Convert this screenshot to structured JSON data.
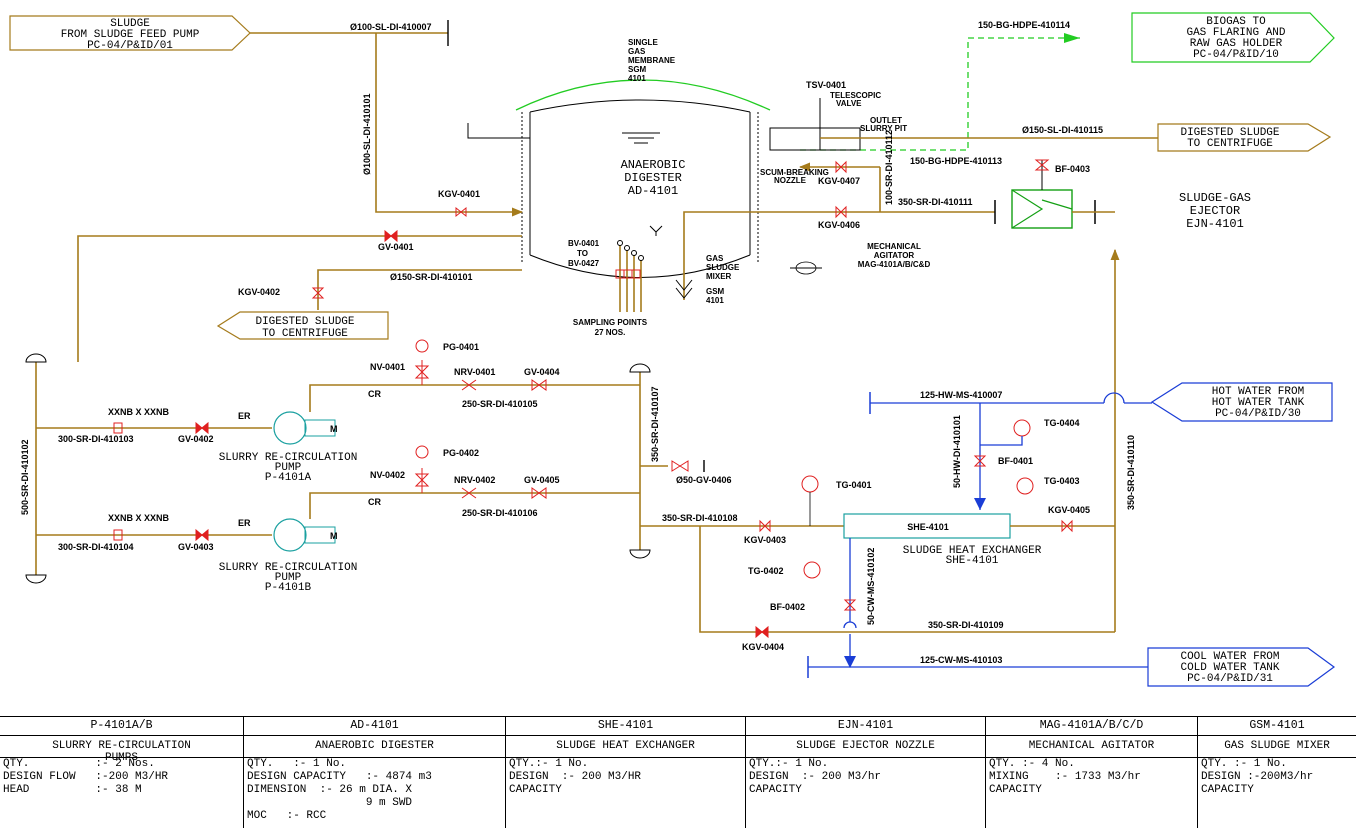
{
  "title_blocks": {
    "sludge_from_pump": [
      "SLUDGE",
      "FROM SLUDGE FEED PUMP",
      "PC-04/P&ID/01"
    ],
    "biogas_to_flaring": [
      "BIOGAS TO",
      "GAS FLARING AND",
      "RAW GAS HOLDER",
      "PC-04/P&ID/10"
    ],
    "digested_to_centrifuge_top": [
      "DIGESTED SLUDGE",
      "TO CENTRIFUGE"
    ],
    "digested_to_centrifuge_left": [
      "DIGESTED SLUDGE",
      "TO CENTRIFUGE"
    ],
    "hot_water": [
      "HOT WATER FROM",
      "HOT WATER TANK",
      "PC-04/P&ID/30"
    ],
    "cool_water": [
      "COOL WATER FROM",
      "COLD WATER TANK",
      "PC-04/P&ID/31"
    ]
  },
  "equipment": {
    "digester": [
      "ANAEROBIC",
      "DIGESTER",
      "AD-4101"
    ],
    "membrane": [
      "SINGLE",
      "GAS",
      "MEMBRANE",
      "SGM",
      "4101"
    ],
    "ejector": [
      "SLUDGE-GAS",
      "EJECTOR",
      "EJN-4101"
    ],
    "agitator": [
      "MECHANICAL",
      "AGITATOR",
      "MAG-4101A/B/C&D"
    ],
    "mixer": [
      "GAS",
      "SLUDGE",
      "MIXER",
      "GSM",
      "4101"
    ],
    "sampling": [
      "SAMPLING POINTS",
      "27 NOS."
    ],
    "bv_range": [
      "BV-0401",
      "TO",
      "BV-0427"
    ],
    "pump_a": [
      "SLURRY RE-CIRCULATION",
      "PUMP",
      "P-4101A"
    ],
    "pump_b": [
      "SLURRY RE-CIRCULATION",
      "PUMP",
      "P-4101B"
    ],
    "she": "SHE-4101",
    "she_desc": [
      "SLUDGE HEAT EXCHANGER",
      "SHE-4101"
    ],
    "telescopic": [
      "TELESCOPIC",
      "VALVE"
    ],
    "outlet_pit": [
      "OUTLET",
      "SLURRY PIT"
    ],
    "scum_nozzle": [
      "SCUM-BREAKING",
      "NOZZLE"
    ],
    "motor": "M"
  },
  "lines": {
    "l1": "Ø100-SL-DI-410007",
    "l2": "150-BG-HDPE-410114",
    "l3": "Ø150-SL-DI-410115",
    "l4": "150-BG-HDPE-410113",
    "l5": "350-SR-DI-410111",
    "l6": "Ø150-SR-DI-410101",
    "l7": "Ø100-SL-DI-410101",
    "l8": "250-SR-DI-410105",
    "l9": "250-SR-DI-410106",
    "l10": "300-SR-DI-410103",
    "l11": "300-SR-DI-410104",
    "l12": "500-SR-DI-410102",
    "l13": "350-SR-DI-410107",
    "l14": "350-SR-DI-410108",
    "l15": "350-SR-DI-410109",
    "l16": "350-SR-DI-410110",
    "l17": "125-HW-MS-410007",
    "l18": "125-CW-MS-410103",
    "l19": "50-HW-DI-410101",
    "l20": "50-CW-MS-410102",
    "l21": "100-SR-DI-410112",
    "gv50": "Ø50-GV-0406"
  },
  "tags": {
    "tsv": "TSV-0401",
    "kgv401": "KGV-0401",
    "gv401": "GV-0401",
    "kgv402": "KGV-0402",
    "kgv407": "KGV-0407",
    "kgv406": "KGV-0406",
    "bf403": "BF-0403",
    "pg401": "PG-0401",
    "pg402": "PG-0402",
    "nv401": "NV-0401",
    "nv402": "NV-0402",
    "nrv401": "NRV-0401",
    "nrv402": "NRV-0402",
    "gv404": "GV-0404",
    "gv405": "GV-0405",
    "gv402": "GV-0402",
    "gv403": "GV-0403",
    "er": "ER",
    "cr": "CR",
    "xxnb": "XXNB X XXNB",
    "tg401": "TG-0401",
    "tg402": "TG-0402",
    "tg403": "TG-0403",
    "tg404": "TG-0404",
    "bf401": "BF-0401",
    "bf402": "BF-0402",
    "kgv403": "KGV-0403",
    "kgv404": "KGV-0404",
    "kgv405": "KGV-0405"
  },
  "table": [
    {
      "tag": "P-4101A/B",
      "name": "SLURRY RE-CIRCULATION\nPUMPS",
      "rows": [
        "QTY.          :- 2 Nos.",
        "DESIGN FLOW   :-200 M3/HR",
        "HEAD          :- 38 M"
      ]
    },
    {
      "tag": "AD-4101",
      "name": "ANAEROBIC DIGESTER",
      "rows": [
        "QTY.   :- 1 No.",
        "DESIGN CAPACITY   :- 4874 m3",
        "DIMENSION  :- 26 m DIA. X",
        "                  9 m SWD",
        "MOC   :- RCC"
      ]
    },
    {
      "tag": "SHE-4101",
      "name": "SLUDGE HEAT EXCHANGER",
      "rows": [
        "QTY.:- 1 No.",
        "DESIGN  :- 200 M3/HR",
        "CAPACITY"
      ]
    },
    {
      "tag": "EJN-4101",
      "name": "SLUDGE EJECTOR NOZZLE",
      "rows": [
        "QTY.:- 1 No.",
        "DESIGN  :- 200 M3/hr",
        "CAPACITY"
      ]
    },
    {
      "tag": "MAG-4101A/B/C/D",
      "name": "MECHANICAL AGITATOR",
      "rows": [
        "QTY. :- 4 No.",
        "MIXING    :- 1733 M3/hr",
        "CAPACITY"
      ]
    },
    {
      "tag": "GSM-4101",
      "name": "GAS SLUDGE MIXER",
      "rows": [
        "QTY. :- 1 No.",
        "DESIGN :-200M3/hr",
        "CAPACITY"
      ]
    }
  ],
  "colors": {
    "sludge_pipe": "#a57b1c",
    "biogas_pipe": "#22cc22",
    "water_pipe": "#1a3dd6",
    "valve": "#e02020"
  }
}
